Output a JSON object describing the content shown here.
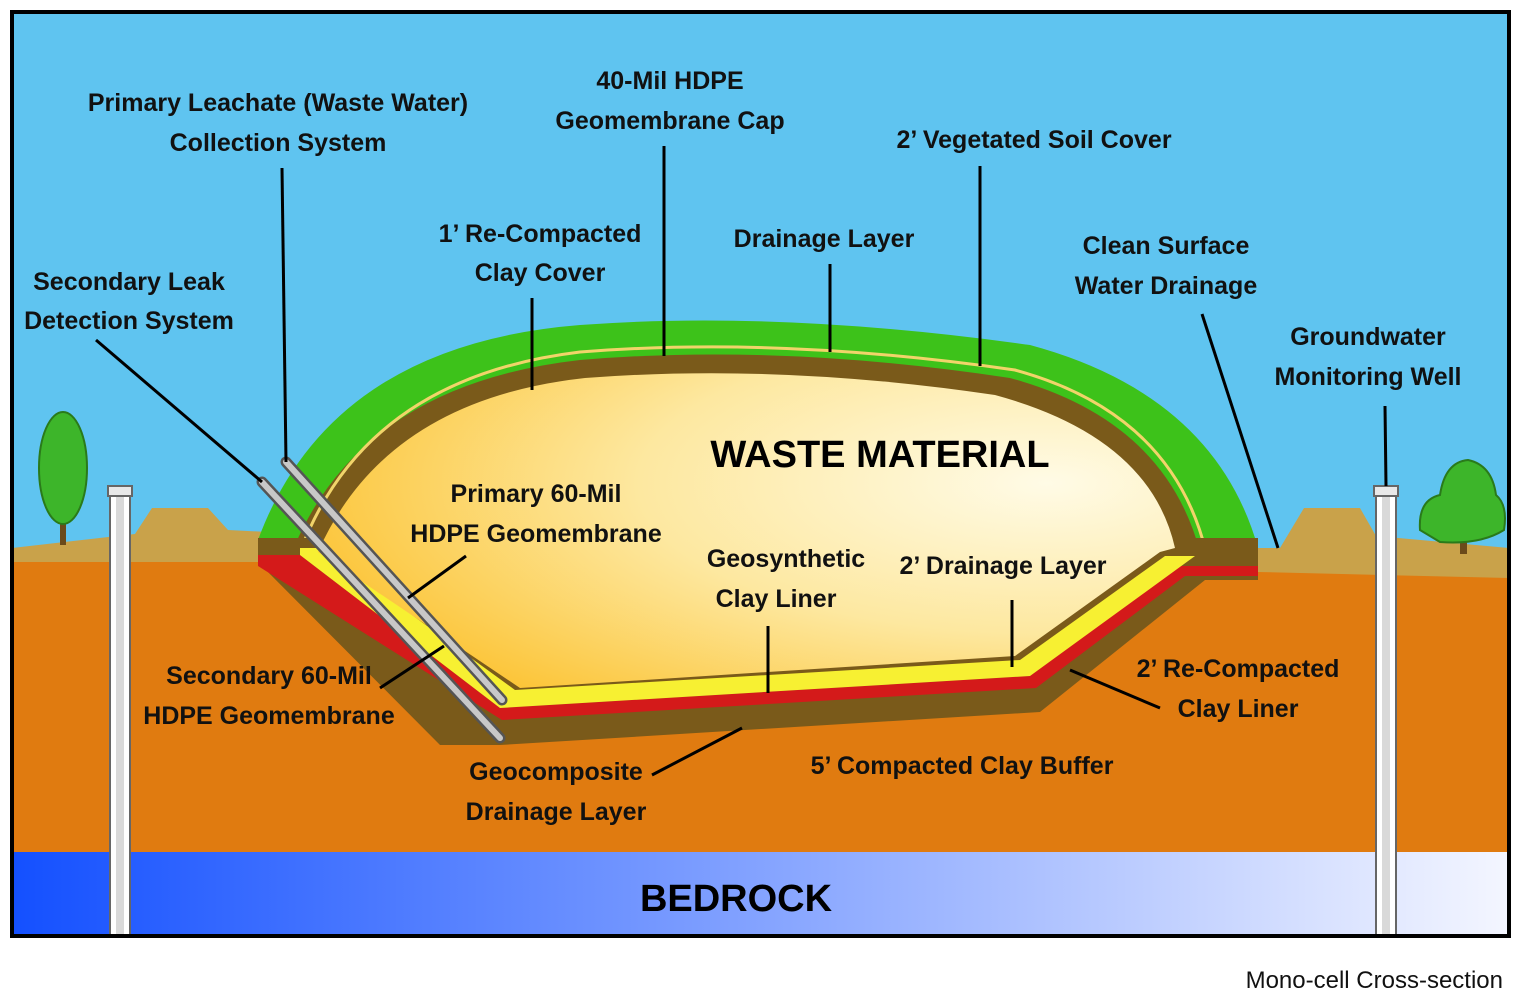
{
  "labels": {
    "primary_leachate_line1": "Primary Leachate (Waste Water)",
    "primary_leachate_line2": "Collection System",
    "cap_line1": "40-Mil HDPE",
    "cap_line2": "Geomembrane Cap",
    "vegetated_soil_cover": "2’ Vegetated Soil Cover",
    "recompacted_clay_cover_line1": "1’ Re-Compacted",
    "recompacted_clay_cover_line2": "Clay Cover",
    "drainage_layer": "Drainage Layer",
    "clean_surface_line1": "Clean Surface",
    "clean_surface_line2": "Water Drainage",
    "secondary_leak_line1": "Secondary Leak",
    "secondary_leak_line2": "Detection System",
    "groundwater_line1": "Groundwater",
    "groundwater_line2": "Monitoring Well",
    "waste_material": "WASTE MATERIAL",
    "primary_membrane_line1": "Primary 60-Mil",
    "primary_membrane_line2": "HDPE Geomembrane",
    "geosynthetic_line1": "Geosynthetic",
    "geosynthetic_line2": "Clay Liner",
    "drainage_2ft": "2’ Drainage Layer",
    "secondary_membrane_line1": "Secondary 60-Mil",
    "secondary_membrane_line2": "HDPE Geomembrane",
    "recompacted_clay_liner_line1": "2’ Re-Compacted",
    "recompacted_clay_liner_line2": "Clay Liner",
    "clay_buffer": "5’ Compacted Clay Buffer",
    "geocomposite_line1": "Geocomposite",
    "geocomposite_line2": "Drainage Layer",
    "bedrock": "BEDROCK",
    "caption": "Mono-cell Cross-section"
  },
  "colors": {
    "sky": "#5fc4f0",
    "soil": "#e07b10",
    "grass": "#3dc21a",
    "clay": "#7a5a1a",
    "berm": "#c9a24a",
    "red_membrane": "#d41a1a",
    "yellow_drainage": "#f7f032",
    "bedrock_dark": "#1450ff",
    "bedrock_light": "#f0f4ff",
    "tree": "#3db52a"
  }
}
